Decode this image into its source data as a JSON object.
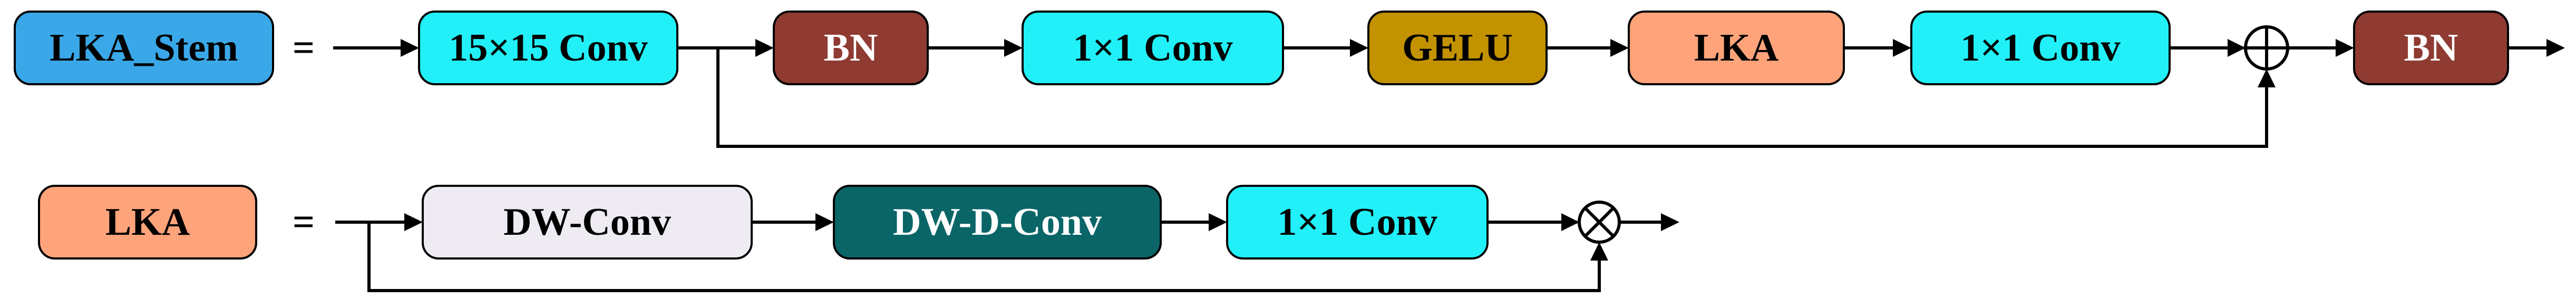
{
  "row1": {
    "stem": {
      "label": "LKA_Stem",
      "color": "#3aa8e8"
    },
    "equals": "=",
    "blocks": [
      {
        "label": "15×15 Conv",
        "color": "#22f0f8"
      },
      {
        "label": "BN",
        "color": "#8f3b32"
      },
      {
        "label": "1×1 Conv",
        "color": "#22f0f8"
      },
      {
        "label": "GELU",
        "color": "#c29200"
      },
      {
        "label": "LKA",
        "color": "#ffa37a"
      },
      {
        "label": "1×1 Conv",
        "color": "#22f0f8"
      },
      {
        "label": "BN",
        "color": "#8f3b32"
      }
    ],
    "join_symbol": "⊕"
  },
  "row2": {
    "stem": {
      "label": "LKA",
      "color": "#ffa37a"
    },
    "equals": "=",
    "blocks": [
      {
        "label": "DW-Conv",
        "color": "#eeebf2"
      },
      {
        "label": "DW-D-Conv",
        "color": "#0a6567"
      },
      {
        "label": "1×1 Conv",
        "color": "#22f0f8"
      }
    ],
    "join_symbol": "⊗"
  }
}
